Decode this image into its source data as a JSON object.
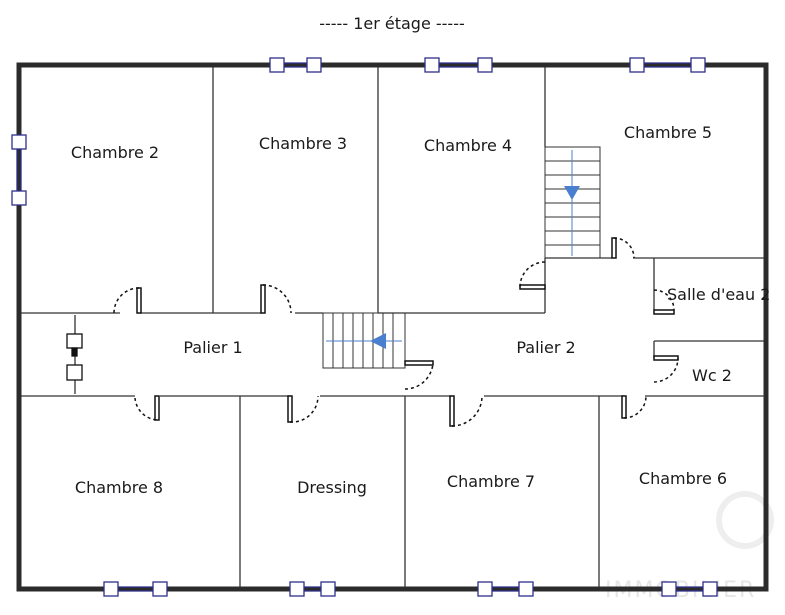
{
  "plan": {
    "title": "----- 1er étage -----",
    "rooms": {
      "chambre2": "Chambre 2",
      "chambre3": "Chambre 3",
      "chambre4": "Chambre 4",
      "chambre5": "Chambre 5",
      "salle_deau2": "Salle d'eau 2",
      "palier1": "Palier 1",
      "palier2": "Palier 2",
      "wc2": "Wc 2",
      "chambre8": "Chambre 8",
      "dressing": "Dressing",
      "chambre7": "Chambre 7",
      "chambre6": "Chambre 6"
    },
    "watermark": "IMMOBILIER",
    "colors": {
      "wall": "#2b2b2b",
      "thin_line": "#333333",
      "window": "#2e2e8a",
      "stair_arrow": "#4a7fd0"
    }
  }
}
